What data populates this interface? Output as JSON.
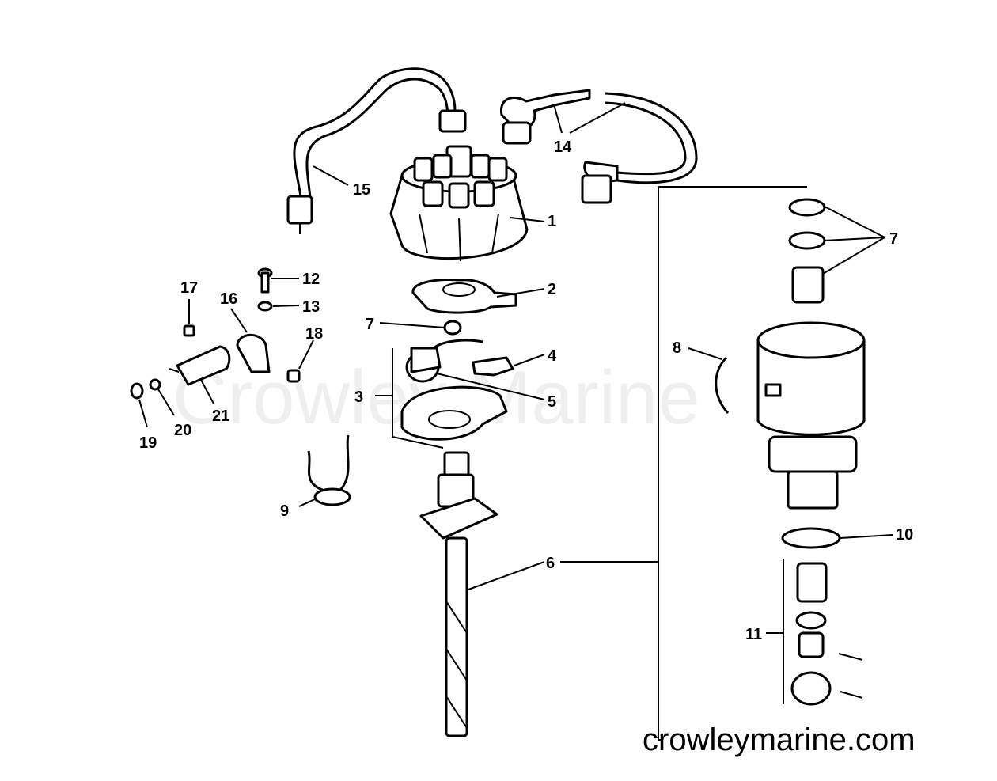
{
  "watermark": "Crowley Marine",
  "site_url": "crowleymarine.com",
  "callouts": {
    "c1": "1",
    "c2": "2",
    "c3": "3",
    "c4": "4",
    "c5": "5",
    "c6": "6",
    "c7a": "7",
    "c7b": "7",
    "c8": "8",
    "c9": "9",
    "c10": "10",
    "c11": "11",
    "c12": "12",
    "c13": "13",
    "c14": "14",
    "c15": "15",
    "c16": "16",
    "c17": "17",
    "c18": "18",
    "c19": "19",
    "c20": "20",
    "c21": "21"
  }
}
